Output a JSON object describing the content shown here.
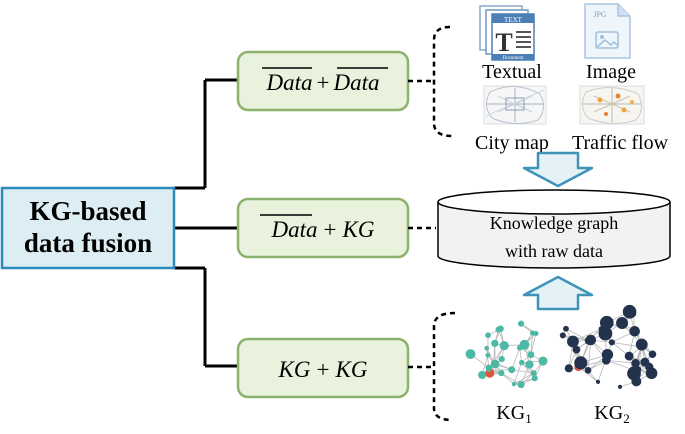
{
  "root": {
    "line1": "KG-based",
    "line2": "data fusion"
  },
  "branches": [
    {
      "part1": "Data",
      "plus": "+",
      "part2": "Data",
      "overline1": true,
      "overline2": true
    },
    {
      "part1": "Data",
      "plus": "+",
      "part2": "KG",
      "overline1": true,
      "overline2": false
    },
    {
      "part1": "KG",
      "plus": "+",
      "part2": "KG",
      "overline1": false,
      "overline2": false
    }
  ],
  "sources": {
    "textual": "Textual",
    "image": "Image",
    "city_map": "City map",
    "traffic_flow": "Traffic flow",
    "doc_icon_text": "TEXT",
    "doc_icon_sub": "Document",
    "image_icon_text": "JPG"
  },
  "store": {
    "line1": "Knowledge graph",
    "line2": "with raw data"
  },
  "graphs": [
    {
      "label": "KG",
      "sub": "1"
    },
    {
      "label": "KG",
      "sub": "2"
    }
  ],
  "colors": {
    "root_fill": "#dcedf3",
    "root_border": "#2e8bbf",
    "branch_fill": "#e9f2dc",
    "branch_border": "#8db26b",
    "arrow_fill": "#e4f1f6",
    "arrow_stroke": "#3e93b8",
    "cylinder_fill": "#f2f2f2",
    "kg1_node": "#4cb9a4",
    "kg1_accent": "#e2533b",
    "kg2_node": "#23334d",
    "kg2_accent": "#e2533b"
  }
}
